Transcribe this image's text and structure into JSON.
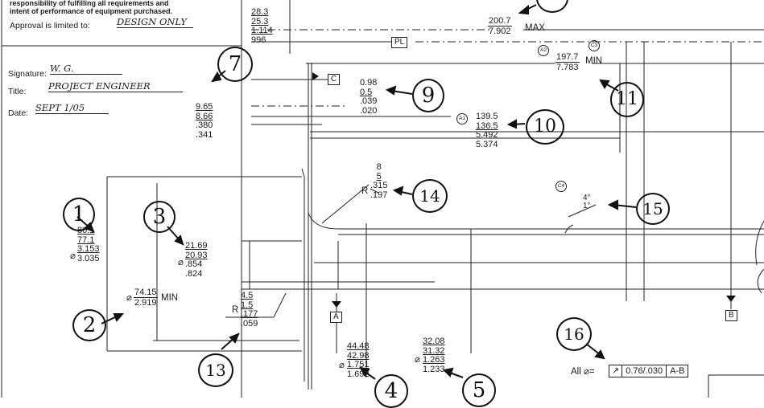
{
  "approval": {
    "header_line1": "responsibility of fulfilling all requirements and",
    "header_line2": "intent of performance of equipment purchased.",
    "approval_label": "Approval is limited to:",
    "approval_value": "DESIGN ONLY",
    "signature_label": "Signature:",
    "signature_value": "W. G.",
    "title_label": "Title:",
    "title_value": "PROJECT ENGINEER",
    "date_label": "Date:",
    "date_value": "SEPT 1/05"
  },
  "dimensions": {
    "d_top": [
      "28.3",
      "25.3",
      "1.114",
      "996"
    ],
    "d_200": {
      "num": "200.7",
      "den": "7.902",
      "suffix": "MAX"
    },
    "d_197": {
      "num": "197.7",
      "den": "7.783",
      "suffix": "MIN"
    },
    "d_7": [
      "9.65",
      "8.66",
      ".380",
      ".341"
    ],
    "d_9": [
      "0.98",
      "0.5",
      ".039",
      ".020"
    ],
    "d_10": [
      "139.5",
      "136.5",
      "5.492",
      "5.374"
    ],
    "d_14": {
      "prefix": "R",
      "lines": [
        "8",
        "5",
        ".315",
        ".197"
      ]
    },
    "d_15": {
      "lines": [
        "4°",
        "1°"
      ]
    },
    "d_1": {
      "prefix": "⌀",
      "lines": [
        "80.1",
        "77.1",
        "3.153",
        "3.035"
      ]
    },
    "d_2": {
      "prefix": "⌀",
      "num": "74.15",
      "den": "2.919",
      "suffix": "MIN"
    },
    "d_3": {
      "prefix": "⌀",
      "lines": [
        "21.69",
        "20.93",
        ".854",
        ".824"
      ]
    },
    "d_13": {
      "prefix": "R",
      "lines": [
        "4.5",
        "1.5",
        ".177",
        ".059"
      ]
    },
    "d_4": {
      "prefix": "⌀",
      "lines": [
        "44.48",
        "42.98",
        "1.751",
        "1.692"
      ]
    },
    "d_5": {
      "prefix": "⌀",
      "lines": [
        "32.08",
        "31.32",
        "1.263",
        "1.233"
      ]
    },
    "d_16": {
      "prefix": "All ⌀=",
      "symbol": "↗",
      "tolerance": "0.76/.030",
      "datum": "A-B"
    }
  },
  "datums": {
    "pl": "PL",
    "c": "C",
    "a": "A",
    "b": "B"
  },
  "zones": {
    "a1": "A1",
    "a2": "A2",
    "c3": "C3",
    "c4": "C4"
  },
  "balloons": {
    "b1": "1",
    "b2": "2",
    "b3": "3",
    "b4": "4",
    "b5": "5",
    "b7": "7",
    "b9": "9",
    "b10": "10",
    "b11": "11",
    "b13": "13",
    "b14": "14",
    "b15": "15",
    "b16": "16"
  }
}
